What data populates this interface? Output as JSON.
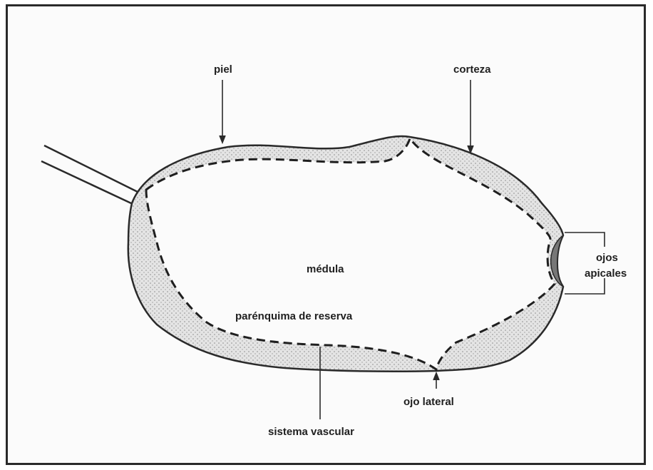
{
  "labels": {
    "piel": "piel",
    "corteza": "corteza",
    "medula": "médula",
    "ojos": "ojos",
    "apicales": "apicales",
    "parenquima": "parénquima de reserva",
    "ojo_lateral": "ojo lateral",
    "sistema_vascular": "sistema vascular"
  },
  "colors": {
    "outline": "#2a2a2a",
    "cortex_stipple": "#c9c9c9",
    "medulla_fill": "#fbfbfb"
  }
}
